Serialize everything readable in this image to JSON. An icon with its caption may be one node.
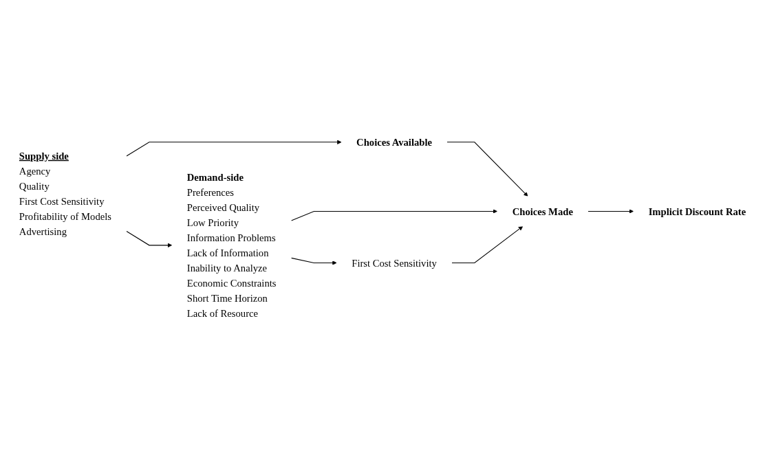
{
  "diagram": {
    "nodes": [
      {
        "text": [
          "Supply side",
          "Agency",
          "Quality",
          "First Cost Sensitivity",
          "Profitability of Models",
          "Advertising"
        ]
      },
      {
        "text": [
          "Demand-side",
          "Preferences",
          "Perceived Quality",
          "Low Priority",
          "Information Problems",
          "Lack of Information",
          "Inability to Analyze",
          "Economic Constraints",
          "Short Time Horizon",
          "Lack of Resource"
        ]
      },
      {
        "text": [
          "Choices Available"
        ]
      },
      {
        "text": [
          "Choices Made"
        ]
      },
      {
        "text": [
          "First Cost Sensitivity"
        ]
      },
      {
        "text": [
          "Implicit Discount Rate"
        ]
      }
    ],
    "edges": [
      {
        "from": 0,
        "to": 2,
        "arrow": "to"
      },
      {
        "from": 0,
        "to": 1,
        "arrow": "to"
      },
      {
        "from": 1,
        "to": 3,
        "arrow": "to"
      },
      {
        "from": 2,
        "to": 3,
        "arrow": "to"
      },
      {
        "from": 3,
        "to": 5,
        "arrow": "to"
      },
      {
        "from": 1,
        "to": 4,
        "arrow": "to"
      },
      {
        "from": 4,
        "to": 3,
        "arrow": "to"
      }
    ]
  }
}
